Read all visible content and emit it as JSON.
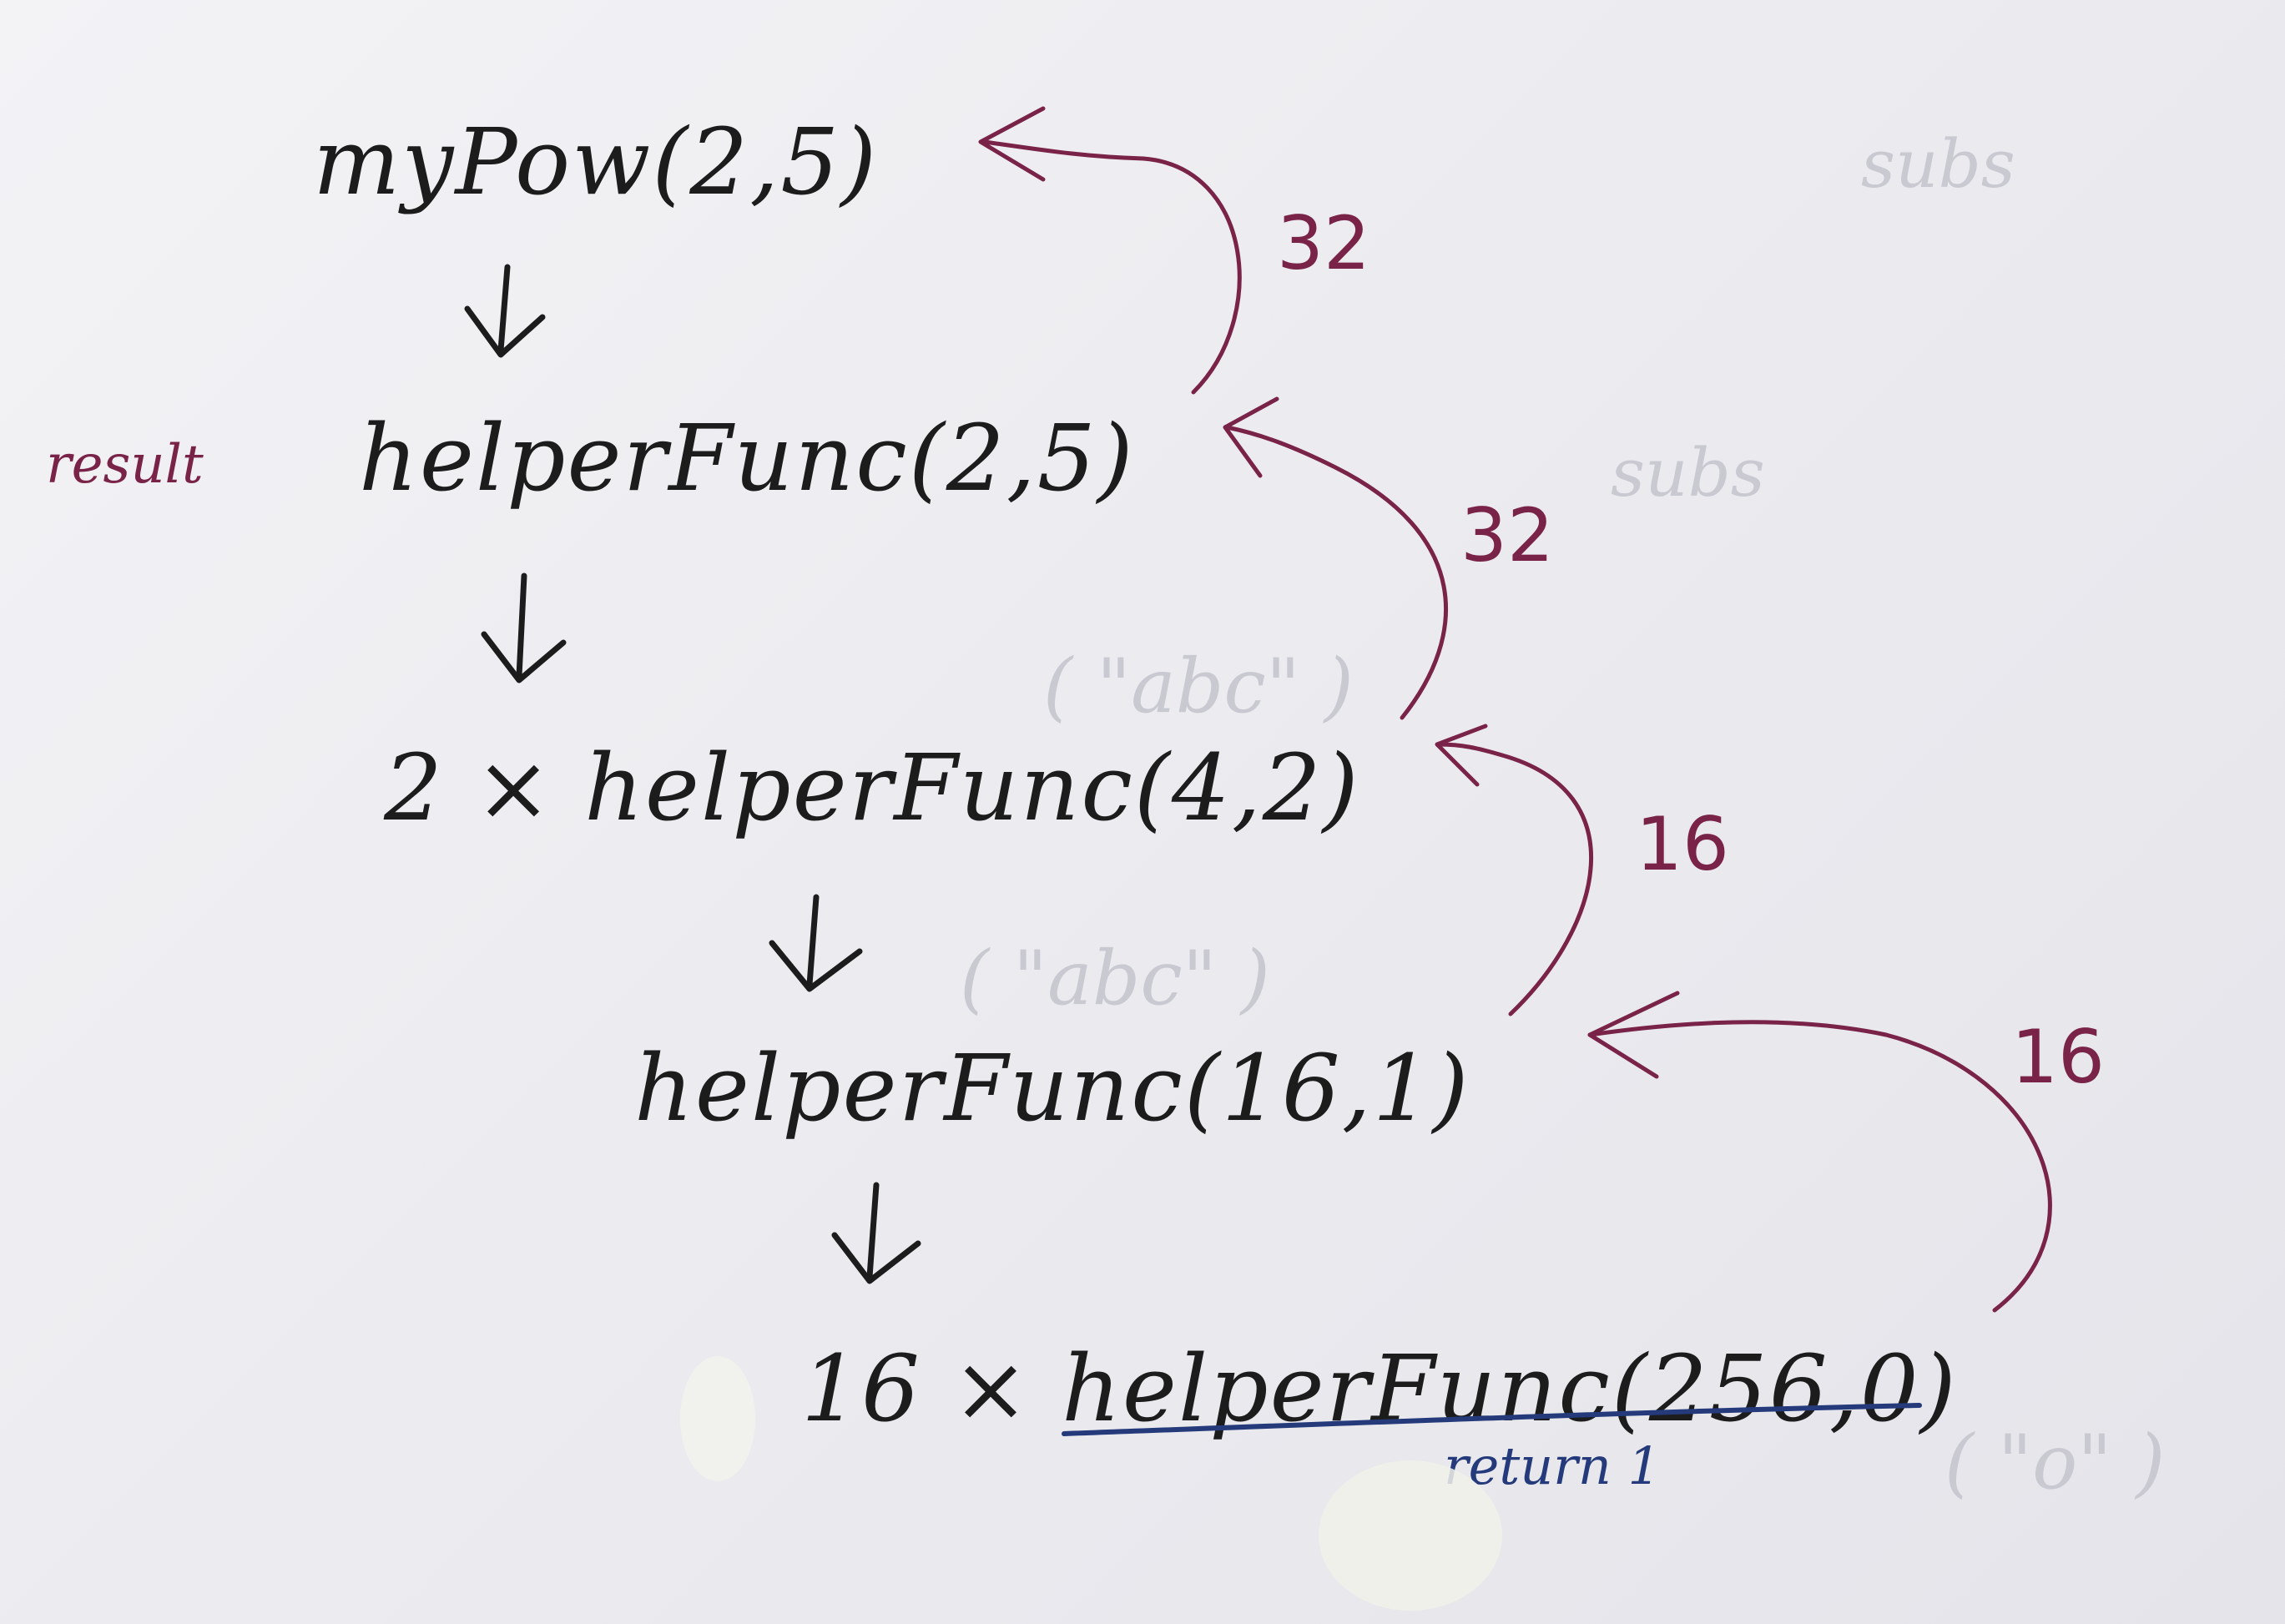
{
  "colors": {
    "ink": "#1c1c1c",
    "return_arrows": "#7a2348",
    "underline": "#243a7a",
    "paper": "#ececf0"
  },
  "diagram": {
    "calls": [
      {
        "id": "root",
        "text": "myPow(2,5)"
      },
      {
        "id": "level1",
        "label": "result",
        "text": "helperFunc(2,5)"
      },
      {
        "id": "level2",
        "text": "2 × helperFunc(4,2)"
      },
      {
        "id": "level3",
        "text": "helperFunc(16,1)"
      },
      {
        "id": "level4",
        "text": "16 × helperFunc(256,0)",
        "note": "return 1"
      }
    ],
    "returns": [
      {
        "from": "level1",
        "to": "root",
        "value": "32"
      },
      {
        "from": "level2",
        "to": "level1",
        "value": "32"
      },
      {
        "from": "level3",
        "to": "level2",
        "value": "16"
      },
      {
        "from": "level4",
        "to": "level3",
        "value": "16"
      }
    ]
  }
}
